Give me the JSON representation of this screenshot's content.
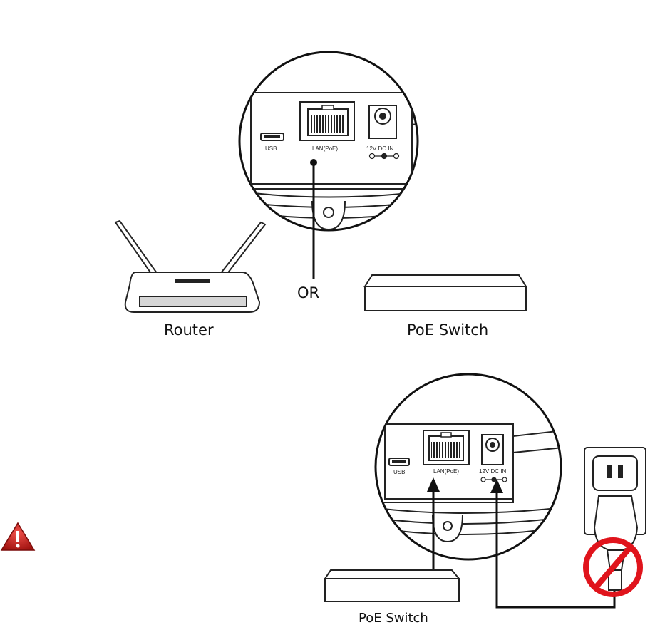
{
  "top": {
    "port_labels": {
      "usb": "USB",
      "lan": "LAN(PoE)",
      "dc": "12V DC IN"
    },
    "router_label": "Router",
    "or_label": "OR",
    "switch_label": "PoE Switch"
  },
  "bottom": {
    "port_labels": {
      "usb": "USB",
      "lan": "LAN(PoE)",
      "dc": "12V DC IN"
    },
    "switch_label": "PoE Switch"
  },
  "icons": {
    "warning": "warning-triangle-icon",
    "prohibited": "prohibited-icon",
    "outlet": "wall-outlet-icon",
    "plug": "power-adapter-plug-icon"
  },
  "colors": {
    "line": "#111111",
    "warning": "#c8201d",
    "prohibited": "#e0141c",
    "device_panel": "#d6d6d6"
  }
}
